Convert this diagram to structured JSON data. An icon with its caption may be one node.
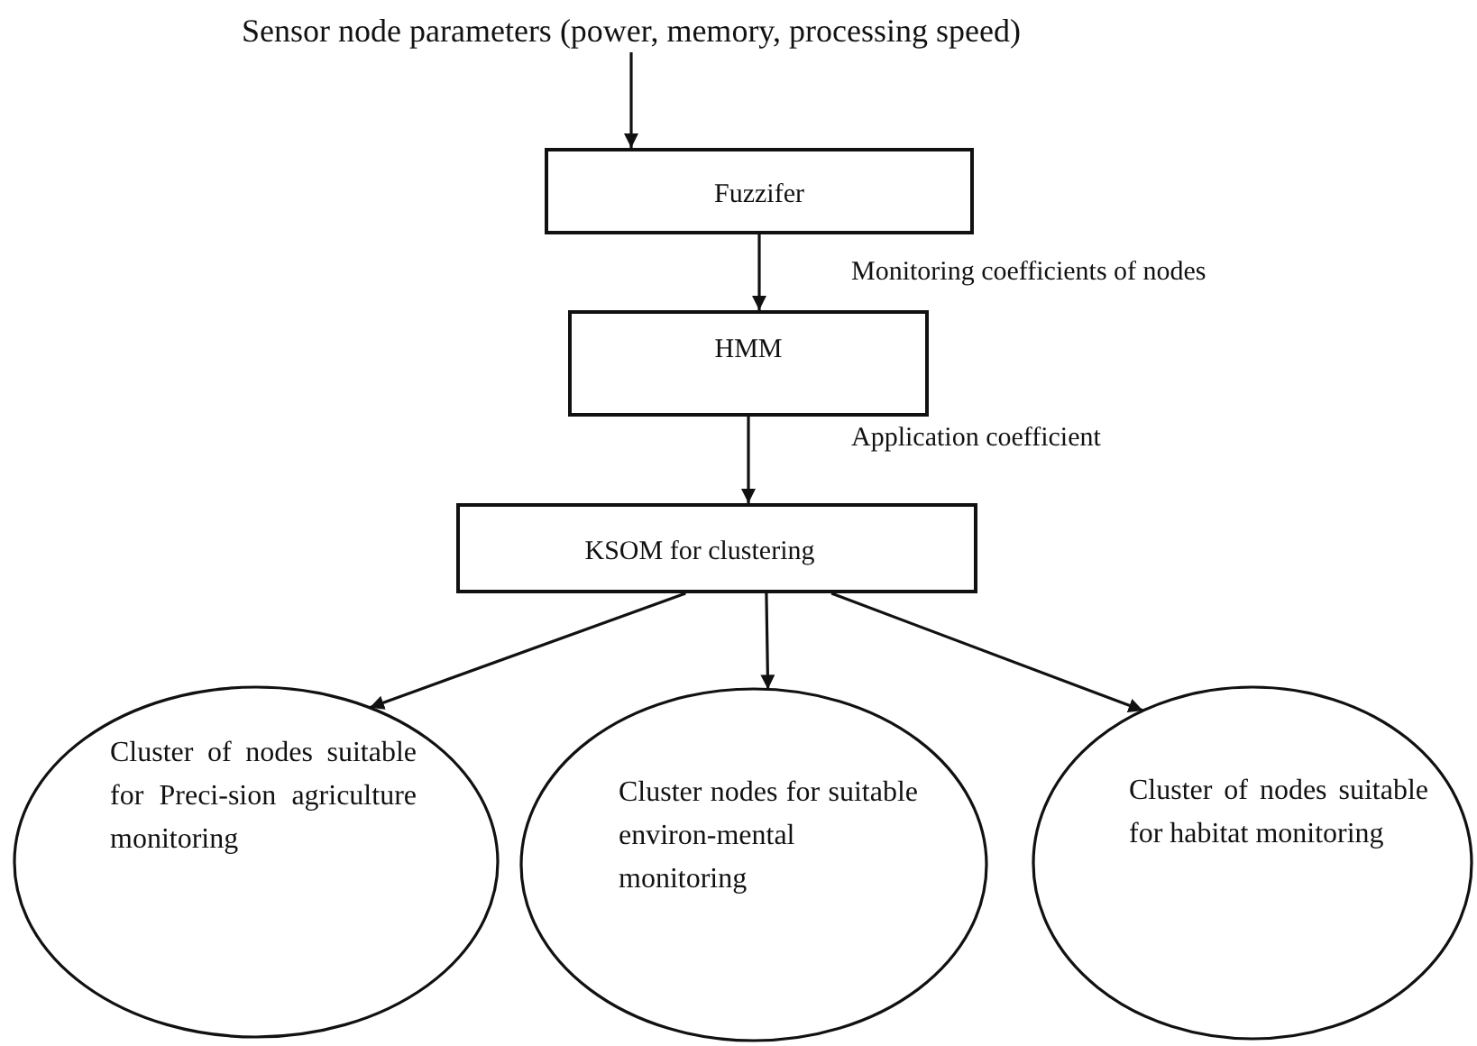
{
  "diagram": {
    "nodes": [
      {
        "text": [
          "Sensor node parameters (power, memory, processing speed)"
        ]
      },
      {
        "text": [
          "Fuzzifer"
        ]
      },
      {
        "text": [
          "HMM"
        ]
      },
      {
        "text": [
          "KSOM for  clustering"
        ]
      },
      {
        "text": [
          "Cluster of nodes suitable for Preci-sion agriculture monitoring"
        ]
      },
      {
        "text": [
          "Cluster nodes for suitable environ-mental monitoring"
        ]
      },
      {
        "text": [
          "Cluster of nodes suitable for habitat monitoring"
        ]
      }
    ],
    "edges": [
      {
        "from": 0,
        "to": 1,
        "arrow": "to"
      },
      {
        "from": 1,
        "to": 2,
        "arrow": "to",
        "label": "Monitoring coefficients of nodes"
      },
      {
        "from": 2,
        "to": 3,
        "arrow": "to",
        "label": "Application coefficient"
      },
      {
        "from": 3,
        "to": 4,
        "arrow": "to"
      },
      {
        "from": 3,
        "to": 5,
        "arrow": "to"
      },
      {
        "from": 3,
        "to": 6,
        "arrow": "to"
      }
    ]
  }
}
